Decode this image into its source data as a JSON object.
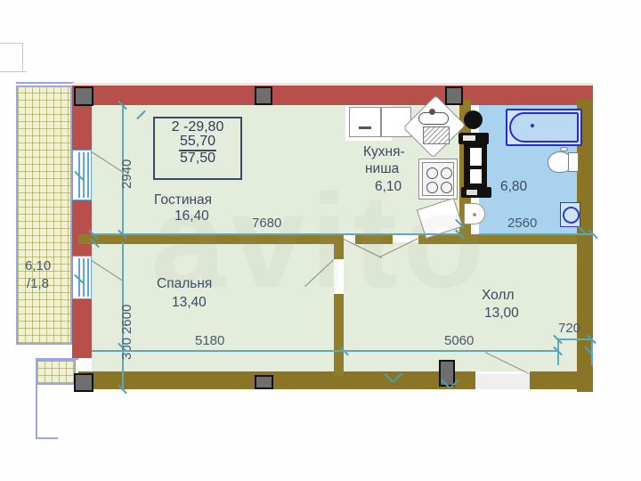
{
  "document": {
    "type": "floor-plan",
    "language": "ru",
    "watermark": "avito"
  },
  "title_block": {
    "line1": "2 -29,80",
    "line2": "55,70",
    "line3": "57,50"
  },
  "rooms": [
    {
      "key": "living",
      "name": "Гостиная",
      "area": "16,40"
    },
    {
      "key": "kitchen",
      "name_l1": "Кухня-",
      "name_l2": "ниша",
      "area": "6,10"
    },
    {
      "key": "bath",
      "name": "",
      "area": "6,80"
    },
    {
      "key": "bedroom",
      "name": "Спальня",
      "area": "13,40"
    },
    {
      "key": "hall",
      "name": "Холл",
      "area": "13,00"
    }
  ],
  "balcony": {
    "area": "6,10",
    "coef_area": "/1,8"
  },
  "dimensions": {
    "living_height": "2940",
    "living_width": "7680",
    "bedroom_height": "2600",
    "bedroom_offset": "300",
    "bedroom_width": "5180",
    "hall_width": "5060",
    "hall_right": "720",
    "bath_width": "2560"
  },
  "colors": {
    "room_fill": "#e4ecdb",
    "bath_fill": "#a9d2ef",
    "wall_red": "#b7504b",
    "wall_olive": "#8a7526",
    "dimension_line": "#5fa9bd",
    "text": "#3b4a63",
    "balcony_hatch": "#9aa6dd"
  },
  "fixtures": [
    {
      "name": "bathtub",
      "room": "bath"
    },
    {
      "name": "toilet",
      "room": "bath"
    },
    {
      "name": "washbasin",
      "room": "bath"
    },
    {
      "name": "water-heater",
      "room": "bath"
    },
    {
      "name": "kitchen-sink",
      "room": "kitchen"
    },
    {
      "name": "gas-stove",
      "room": "kitchen"
    },
    {
      "name": "upper-cabinets",
      "room": "kitchen"
    },
    {
      "name": "entrance-door",
      "room": "hall"
    }
  ]
}
